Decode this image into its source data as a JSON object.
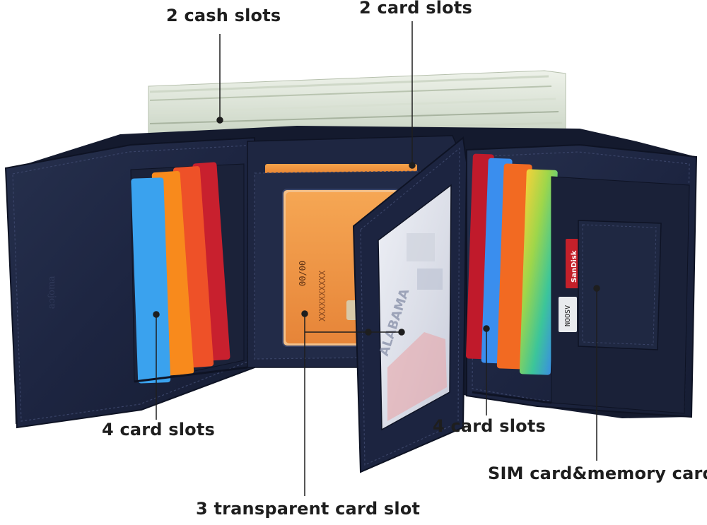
{
  "callouts": {
    "cash_slots": "2 cash slots",
    "card_slots_top": "2 card slots",
    "card_slots_left": "4 card slots",
    "card_slots_right": "4 card slots",
    "sim_memory": "SIM card&memory card",
    "transparent_slot": "3 transparent card slot"
  },
  "imprints": {
    "brand_emboss": "ɐɯojcɐ",
    "id_card_name": "ALABAMA",
    "card_number_mask": "XXXXXXXXXX",
    "card_expiry": "00/00",
    "sd_card_brand": "SanDisk",
    "sim_card_text": "NOOSV"
  },
  "colors": {
    "leather": "#1f2740",
    "leather_dark": "#141a2e",
    "stitch": "#394366",
    "lining": "#b98457",
    "cash": "#d6dfd0",
    "window": "#e3e6ee",
    "text": "#1e1e1e"
  },
  "cards_left": [
    {
      "color": "#3ea3ee",
      "name": "blue-card"
    },
    {
      "color": "#fb8a1a",
      "name": "orange-card"
    },
    {
      "color": "#f0542a",
      "name": "red-orange-card"
    },
    {
      "color": "#d2202f",
      "name": "red-card"
    }
  ],
  "cards_right": [
    {
      "color": "#c71b2c",
      "name": "red-card"
    },
    {
      "color": "#3c8ff0",
      "name": "blue-card"
    },
    {
      "color": "#f26a22",
      "name": "orange-card"
    },
    {
      "color": "#5ec97c",
      "name": "rainbow-card"
    }
  ]
}
